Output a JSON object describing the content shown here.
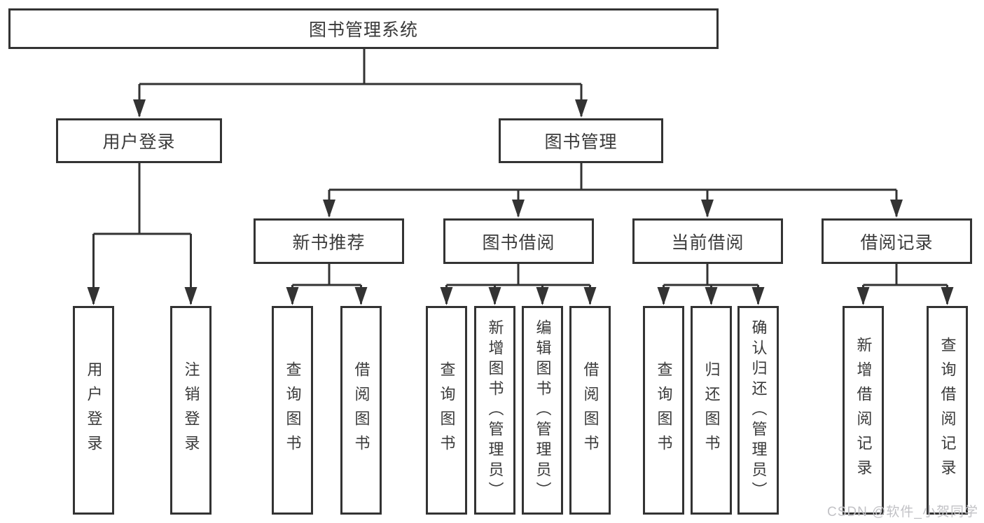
{
  "diagram": {
    "type": "hierarchy-tree",
    "colors": {
      "line": "#333333",
      "box_border": "#333333",
      "box_background": "#ffffff",
      "text": "#3a3a3a",
      "watermark": "#c2c2c6",
      "page_background": "#ffffff"
    },
    "tree": {
      "label": "图书管理系统",
      "children": [
        {
          "label": "用户登录",
          "children": [
            {
              "label": "用户登录"
            },
            {
              "label": "注销登录"
            }
          ]
        },
        {
          "label": "图书管理",
          "children": [
            {
              "label": "新书推荐",
              "children": [
                {
                  "label": "查询图书"
                },
                {
                  "label": "借阅图书"
                }
              ]
            },
            {
              "label": "图书借阅",
              "children": [
                {
                  "label": "查询图书"
                },
                {
                  "label": "新增图书（管理员）"
                },
                {
                  "label": "编辑图书（管理员）"
                },
                {
                  "label": "借阅图书"
                }
              ]
            },
            {
              "label": "当前借阅",
              "children": [
                {
                  "label": "查询图书"
                },
                {
                  "label": "归还图书"
                },
                {
                  "label": "确认归还（管理员）"
                }
              ]
            },
            {
              "label": "借阅记录",
              "children": [
                {
                  "label": "新增借阅记录"
                },
                {
                  "label": "查询借阅记录"
                }
              ]
            }
          ]
        }
      ]
    },
    "watermark": {
      "text": "CSDN @软件_小贺同学"
    }
  }
}
